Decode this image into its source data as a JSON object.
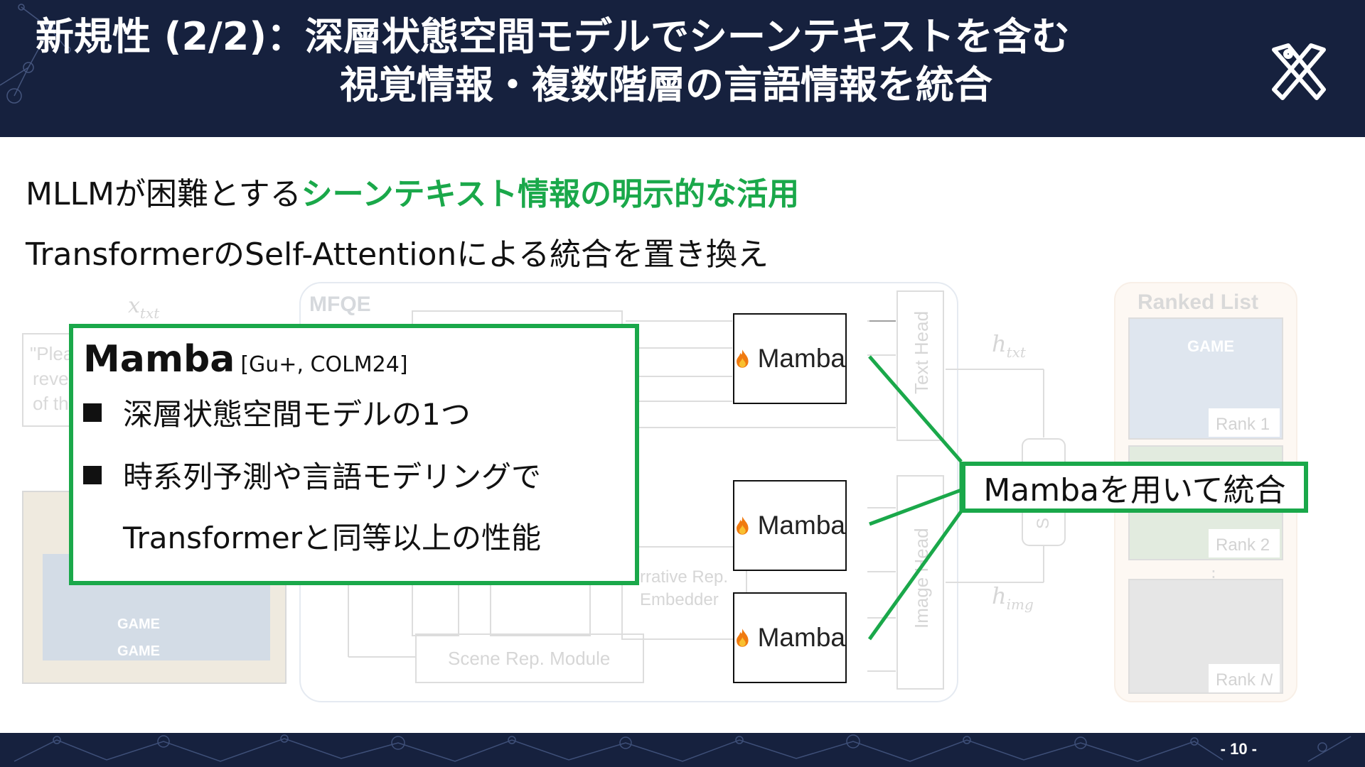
{
  "header": {
    "title_line1": "新規性 (2/2)：深層状態空間モデルでシーンテキストを含む",
    "title_line2": "視覚情報・複数階層の言語情報を統合"
  },
  "bullets": [
    {
      "prefix": "MLLMが困難とする",
      "highlight": "シーンテキスト情報の明示的な活用"
    },
    {
      "text": "TransformerのSelf-Attentionによる統合を置き換え"
    }
  ],
  "diagram": {
    "x_txt": "x",
    "x_txt_sub": "txt",
    "prompt_lines": [
      "\"Plea",
      "reve",
      "of th"
    ],
    "mfqe": "MFQE",
    "text_head": "Text Head",
    "image_head": "Image Head",
    "h_txt": "h",
    "h_txt_sub": "txt",
    "h_img": "h",
    "h_img_sub": "img",
    "narrative_line1": "rrative Rep.",
    "narrative_line2": "Embedder",
    "scene_module": "Scene Rep. Module",
    "sim_label": "S",
    "ranked_list": "Ranked List",
    "rank1": "Rank 1",
    "rank2": "Rank 2",
    "rankN_prefix": "Rank ",
    "rankN_var": "N",
    "ellipsis": "⋮",
    "game": "GAME"
  },
  "mamba_blocks": [
    "Mamba",
    "Mamba",
    "Mamba"
  ],
  "callout": {
    "title": "Mamba",
    "citation": "[Gu+, COLM24]",
    "items": [
      "深層状態空間モデルの1つ",
      "時系列予測や言語モデリングで",
      "Transformerと同等以上の性能"
    ]
  },
  "integrate_label": "Mambaを用いて統合",
  "page_number": "- 10 -",
  "colors": {
    "navy": "#16213e",
    "accent_green": "#1aa84a"
  }
}
